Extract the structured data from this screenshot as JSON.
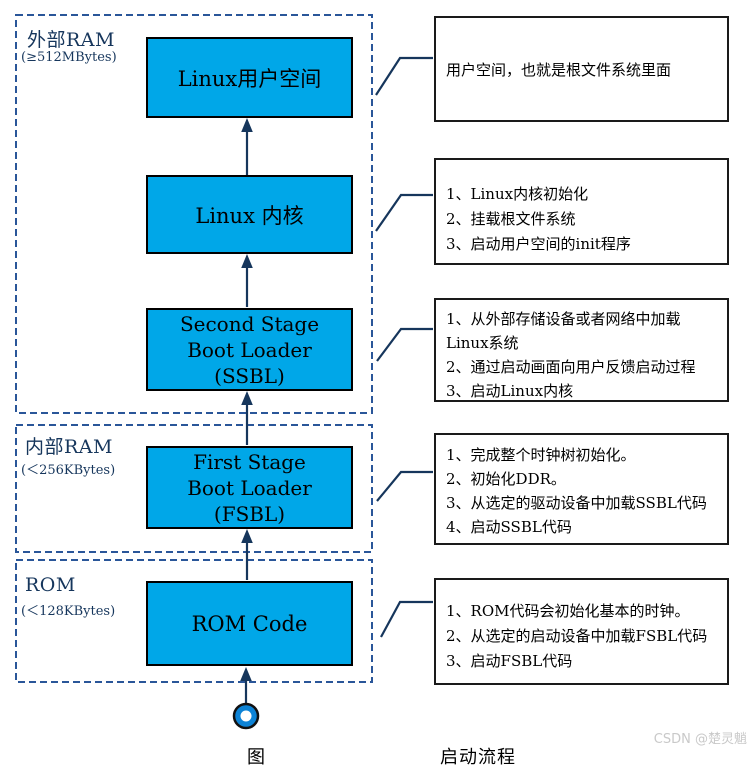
{
  "colors": {
    "process_box_fill": "#00A7E8",
    "process_box_border": "#000000",
    "region_dash_border": "#2A5699",
    "connector_navy": "#16365C",
    "annotation_border": "#1A1A1A",
    "start_node_fill": "#0D83D6",
    "watermark_gray": "#C9C9C9"
  },
  "regions": [
    {
      "id": "ext-ram",
      "title": "外部RAM",
      "size": "(≥512MBytes)"
    },
    {
      "id": "int-ram",
      "title": "内部RAM",
      "size": "(＜256KBytes)"
    },
    {
      "id": "rom",
      "title": "ROM",
      "size": "(＜128KBytes)"
    }
  ],
  "stages": [
    {
      "id": "user-space",
      "lines": [
        "Linux用户空间"
      ]
    },
    {
      "id": "kernel",
      "lines": [
        "Linux 内核"
      ]
    },
    {
      "id": "ssbl",
      "lines": [
        "Second Stage",
        "Boot Loader",
        "(SSBL)"
      ]
    },
    {
      "id": "fsbl",
      "lines": [
        "First Stage",
        "Boot Loader",
        "(FSBL)"
      ]
    },
    {
      "id": "rom-code",
      "lines": [
        "ROM Code"
      ]
    }
  ],
  "annotations": [
    {
      "lines": [
        "用户空间，也就是根文件系统里面"
      ]
    },
    {
      "lines": [
        "1、Linux内核初始化",
        "2、挂载根文件系统",
        "3、启动用户空间的init程序"
      ]
    },
    {
      "lines": [
        "1、从外部存储设备或者网络中加载",
        "Linux系统",
        "2、通过启动画面向用户反馈启动过程",
        "3、启动Linux内核"
      ]
    },
    {
      "lines": [
        "1、完成整个时钟树初始化。",
        "2、初始化DDR。",
        "3、从选定的驱动设备中加载SSBL代码",
        "4、启动SSBL代码"
      ]
    },
    {
      "lines": [
        "1、ROM代码会初始化基本的时钟。",
        "2、从选定的启动设备中加载FSBL代码",
        "3、启动FSBL代码"
      ]
    }
  ],
  "caption": {
    "left": "图",
    "right": "启动流程"
  },
  "watermark": "CSDN @楚灵魈"
}
